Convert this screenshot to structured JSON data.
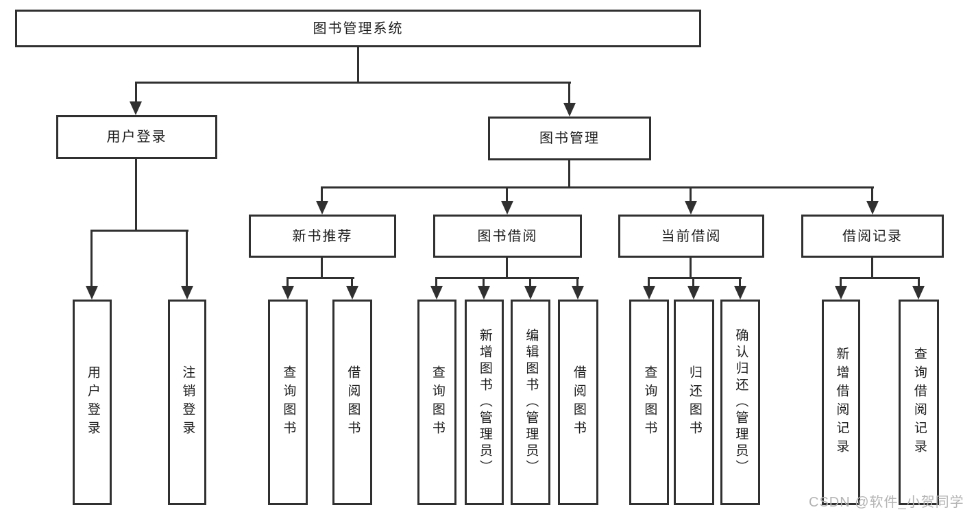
{
  "diagram": {
    "title": "图书管理系统",
    "watermark": "CSDN @软件_小贺同学",
    "colors": {
      "line": "#303030",
      "text": "#1c1c1c",
      "background": "#ffffff",
      "watermark": "#b4b4b4"
    },
    "nodes": {
      "root": "图书管理系统",
      "user_login": "用户登录",
      "book_mgmt": "图书管理",
      "user_login_leaf": "用户登录",
      "logout_leaf": "注销登录",
      "new_books": "新书推荐",
      "book_borrow": "图书借阅",
      "current_borrow": "当前借阅",
      "borrow_records": "借阅记录",
      "nb_query_books": "查询图书",
      "nb_borrow_books": "借阅图书",
      "bb_query_books": "查询图书",
      "bb_add_books": "新增图书（管理员）",
      "bb_edit_books": "编辑图书（管理员）",
      "bb_borrow_books": "借阅图书",
      "cb_query_books": "查询图书",
      "cb_return_books": "归还图书",
      "cb_confirm_return": "确认归还（管理员）",
      "br_add_record": "新增借阅记录",
      "br_query_record": "查询借阅记录"
    },
    "hierarchy": [
      {
        "parent": "图书管理系统",
        "children": [
          "用户登录",
          "图书管理"
        ]
      },
      {
        "parent": "用户登录",
        "children": [
          "用户登录",
          "注销登录"
        ]
      },
      {
        "parent": "图书管理",
        "children": [
          "新书推荐",
          "图书借阅",
          "当前借阅",
          "借阅记录"
        ]
      },
      {
        "parent": "新书推荐",
        "children": [
          "查询图书",
          "借阅图书"
        ]
      },
      {
        "parent": "图书借阅",
        "children": [
          "查询图书",
          "新增图书（管理员）",
          "编辑图书（管理员）",
          "借阅图书"
        ]
      },
      {
        "parent": "当前借阅",
        "children": [
          "查询图书",
          "归还图书",
          "确认归还（管理员）"
        ]
      },
      {
        "parent": "借阅记录",
        "children": [
          "新增借阅记录",
          "查询借阅记录"
        ]
      }
    ]
  }
}
